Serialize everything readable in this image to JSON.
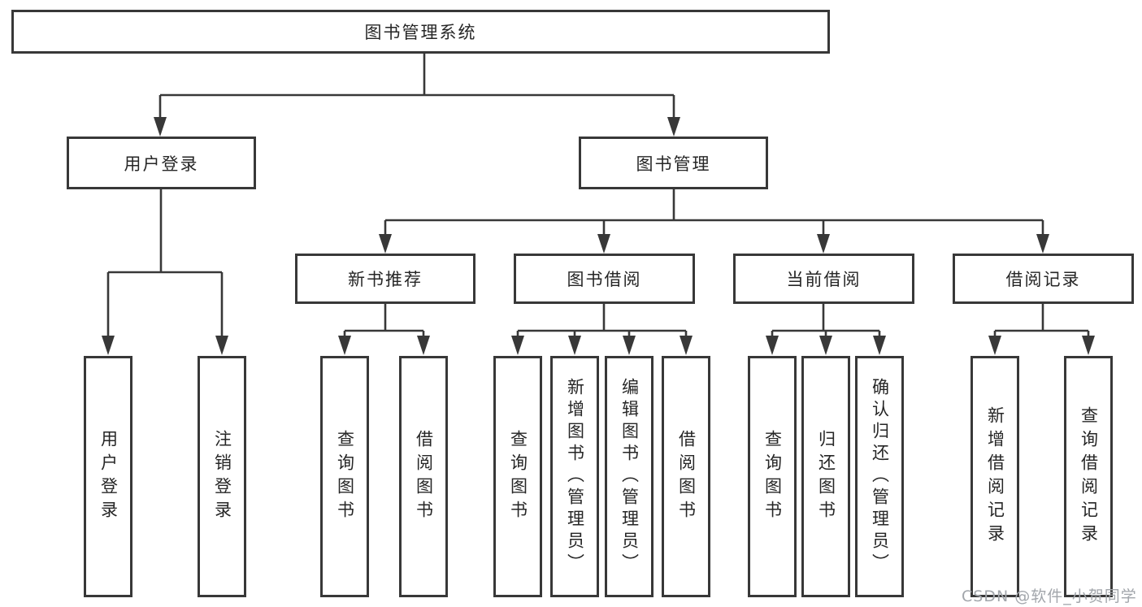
{
  "diagram": {
    "root": {
      "label": "图书管理系统"
    },
    "branches": [
      {
        "label": "用户登录",
        "children": [
          {
            "label": "用户登录"
          },
          {
            "label": "注销登录"
          }
        ]
      },
      {
        "label": "图书管理",
        "children": [
          {
            "label": "新书推荐",
            "children": [
              {
                "label": "查询图书"
              },
              {
                "label": "借阅图书"
              }
            ]
          },
          {
            "label": "图书借阅",
            "children": [
              {
                "label": "查询图书"
              },
              {
                "label": "新增图书（管理员）"
              },
              {
                "label": "编辑图书（管理员）"
              },
              {
                "label": "借阅图书"
              }
            ]
          },
          {
            "label": "当前借阅",
            "children": [
              {
                "label": "查询图书"
              },
              {
                "label": "归还图书"
              },
              {
                "label": "确认归还（管理员）"
              }
            ]
          },
          {
            "label": "借阅记录",
            "children": [
              {
                "label": "新增借阅记录"
              },
              {
                "label": "查询借阅记录"
              }
            ]
          }
        ]
      }
    ]
  },
  "watermark": {
    "text": "CSDN @软件_小贺同学"
  },
  "colors": {
    "line": "#383838",
    "text": "#262626",
    "watermark": "#a2a6ab",
    "background": "#ffffff"
  }
}
